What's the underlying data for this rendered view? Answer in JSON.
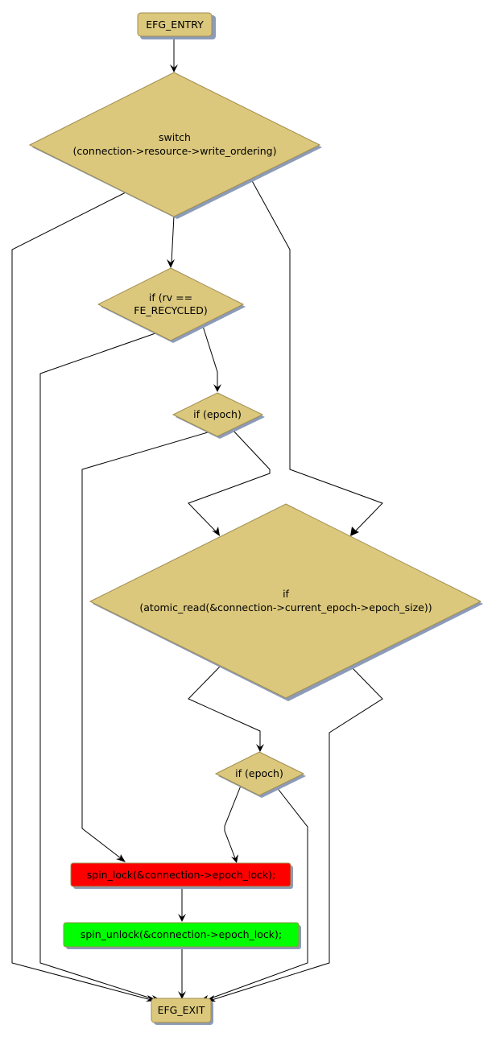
{
  "diagram": {
    "title": "",
    "colors": {
      "node_fill": "#dbc87c",
      "node_border": "#a08c50",
      "shadow": "#8c9bb8",
      "lock_fill": "#ff0000",
      "unlock_fill": "#00ff00",
      "edge": "#000000"
    },
    "nodes": {
      "entry": {
        "label": "EFG_ENTRY",
        "kind": "terminal"
      },
      "switch": {
        "lines": [
          "switch",
          "(connection->resource->write_ordering)"
        ],
        "kind": "decision"
      },
      "if_rv": {
        "lines": [
          "if (rv ==",
          "FE_RECYCLED)"
        ],
        "kind": "decision"
      },
      "if_epoch_1": {
        "lines": [
          "if (epoch)"
        ],
        "kind": "decision"
      },
      "if_atomic": {
        "lines": [
          "if",
          "(atomic_read(&connection->current_epoch->epoch_size))"
        ],
        "kind": "decision"
      },
      "if_epoch_2": {
        "lines": [
          "if (epoch)"
        ],
        "kind": "decision"
      },
      "spin_lock": {
        "label": "spin_lock(&connection->epoch_lock);",
        "kind": "statement"
      },
      "spin_unlock": {
        "label": "spin_unlock(&connection->epoch_lock);",
        "kind": "statement"
      },
      "exit": {
        "label": "EFG_EXIT",
        "kind": "terminal"
      }
    },
    "edges": [
      {
        "from": "entry",
        "to": "switch"
      },
      {
        "from": "switch",
        "to": "if_rv"
      },
      {
        "from": "switch",
        "to": "exit"
      },
      {
        "from": "switch",
        "to": "if_atomic"
      },
      {
        "from": "if_rv",
        "to": "if_epoch_1"
      },
      {
        "from": "if_rv",
        "to": "exit"
      },
      {
        "from": "if_epoch_1",
        "to": "if_atomic"
      },
      {
        "from": "if_epoch_1",
        "to": "spin_lock"
      },
      {
        "from": "if_atomic",
        "to": "if_epoch_2"
      },
      {
        "from": "if_atomic",
        "to": "exit"
      },
      {
        "from": "if_epoch_2",
        "to": "spin_lock"
      },
      {
        "from": "if_epoch_2",
        "to": "exit"
      },
      {
        "from": "spin_lock",
        "to": "spin_unlock"
      },
      {
        "from": "spin_unlock",
        "to": "exit"
      }
    ]
  }
}
